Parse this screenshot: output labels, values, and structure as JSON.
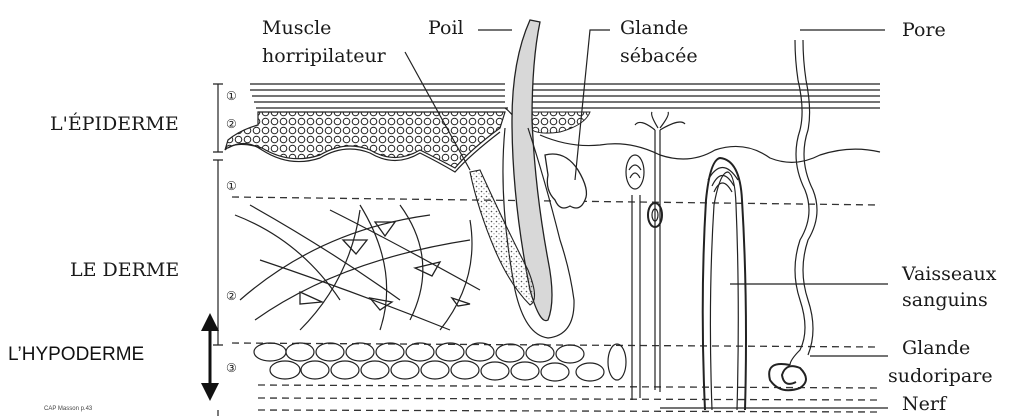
{
  "labels": {
    "muscle_line1": "Muscle",
    "muscle_line2": "horripilateur",
    "poil": "Poil",
    "glande_sebacee_line1": "Glande",
    "glande_sebacee_line2": "sébacée",
    "pore": "Pore",
    "epiderme": "L'ÉPIDERME",
    "derme": "LE DERME",
    "hypoderme": "L’HYPODERME",
    "vaisseaux_line1": "Vaisseaux",
    "vaisseaux_line2": "sanguins",
    "glande_sudoripare_line1": "Glande",
    "glande_sudoripare_line2": "sudoripare",
    "nerf": "Nerf",
    "credit": "CAP Masson p.43"
  },
  "layer_numbers": {
    "epiderme_1": "①",
    "epiderme_2": "②",
    "derme_1": "①",
    "derme_2": "②",
    "hypoderme_3": "③"
  }
}
